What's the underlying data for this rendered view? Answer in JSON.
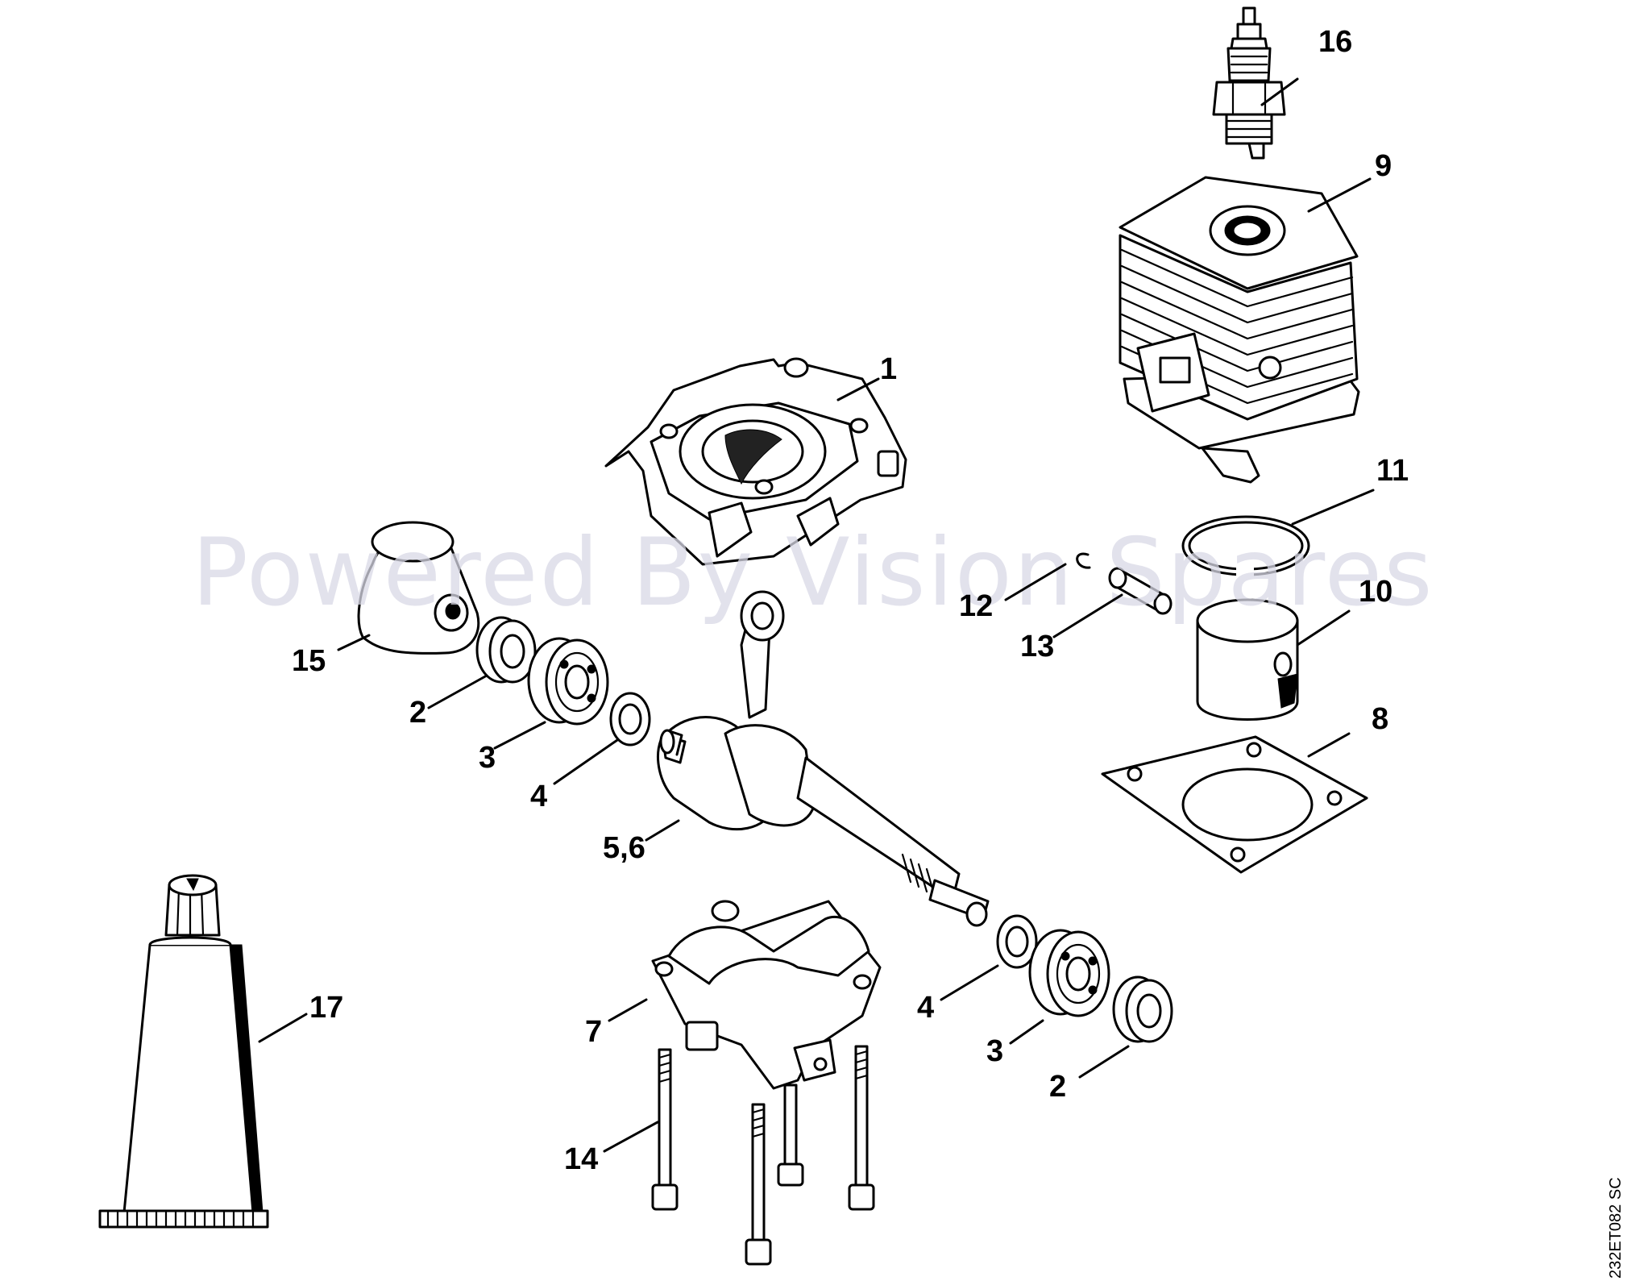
{
  "watermark": "Powered By Vision Spares",
  "diagram_code": "232ET082 SC",
  "callouts": {
    "c1": "1",
    "c2a": "2",
    "c2b": "2",
    "c3a": "3",
    "c3b": "3",
    "c4a": "4",
    "c4b": "4",
    "c56": "5,6",
    "c7": "7",
    "c8": "8",
    "c9": "9",
    "c10": "10",
    "c11": "11",
    "c12": "12",
    "c13": "13",
    "c14": "14",
    "c15": "15",
    "c16": "16",
    "c17": "17"
  }
}
